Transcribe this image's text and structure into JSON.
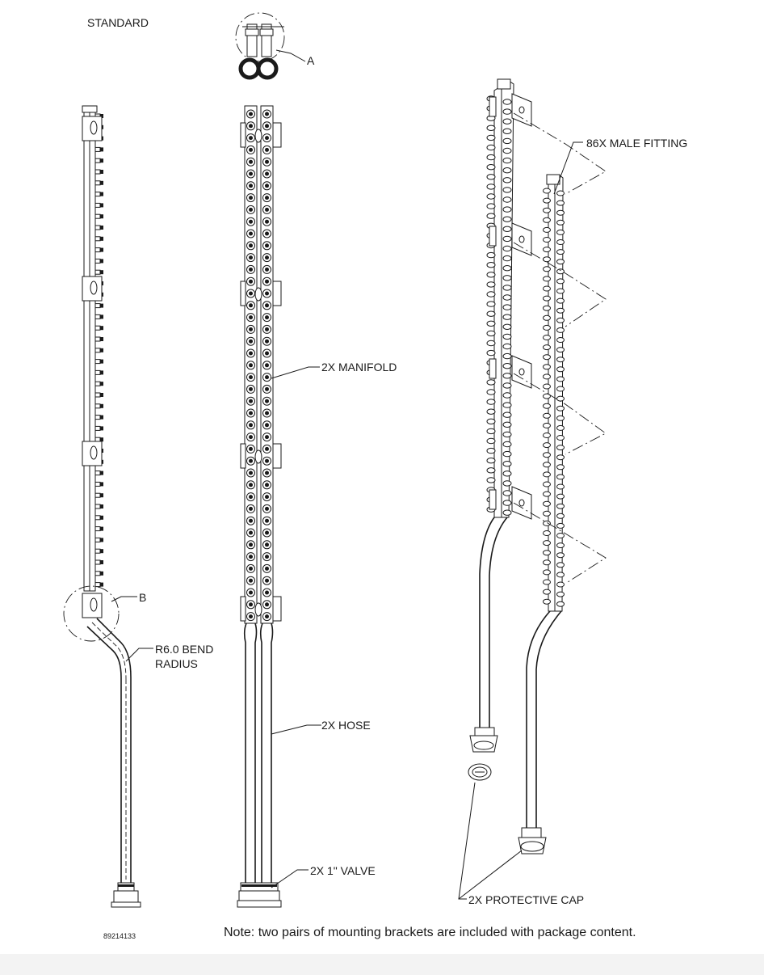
{
  "labels": {
    "standard": "STANDARD",
    "detail_a": "A",
    "detail_b": "B",
    "bend_radius_line1": "R6.0 BEND",
    "bend_radius_line2": "RADIUS",
    "manifold": "2X MANIFOLD",
    "hose": "2X HOSE",
    "valve": "2X 1\" VALVE",
    "male_fitting": "86X MALE FITTING",
    "protective_cap": "2X PROTECTIVE CAP",
    "part_number": "89214133",
    "note": "Note: two pairs of mounting brackets are included with package content."
  },
  "colors": {
    "line": "#1a1a1a",
    "background": "#ffffff",
    "bottom_band": "#f3f3f3"
  }
}
